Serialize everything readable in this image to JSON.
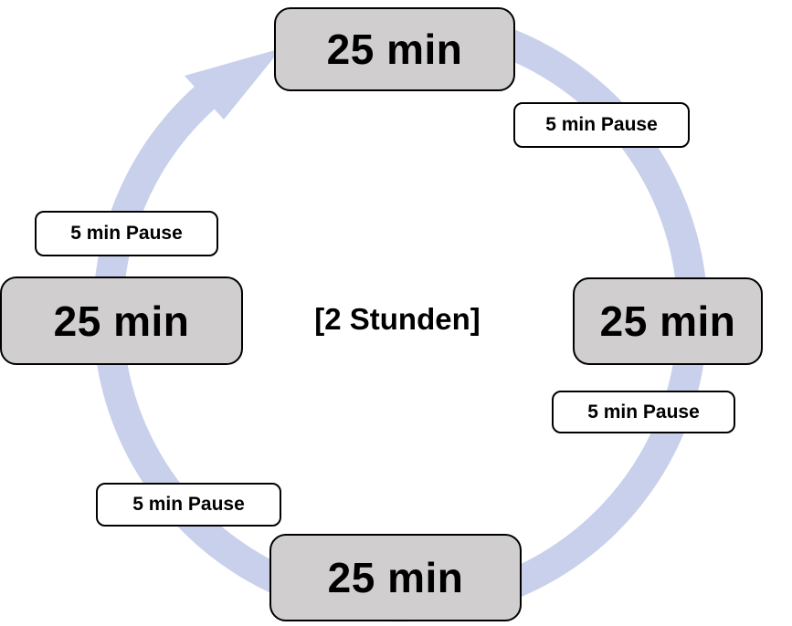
{
  "diagram": {
    "type": "cycle",
    "center_label": "[2 Stunden]",
    "work_blocks": [
      {
        "position": "top",
        "label": "25 min"
      },
      {
        "position": "right",
        "label": "25 min"
      },
      {
        "position": "bottom",
        "label": "25 min"
      },
      {
        "position": "left",
        "label": "25 min"
      }
    ],
    "pause_blocks": [
      {
        "position": "top-right",
        "label": "5 min Pause"
      },
      {
        "position": "bottom-right",
        "label": "5 min Pause"
      },
      {
        "position": "bottom-left",
        "label": "5 min Pause"
      },
      {
        "position": "top-left",
        "label": "5 min Pause"
      }
    ],
    "colors": {
      "background": "#ffffff",
      "work_box_fill": "#d0cece",
      "box_border": "#000000",
      "pause_box_fill": "#ffffff",
      "arrow": "#c8d0eb",
      "text": "#000000"
    }
  }
}
